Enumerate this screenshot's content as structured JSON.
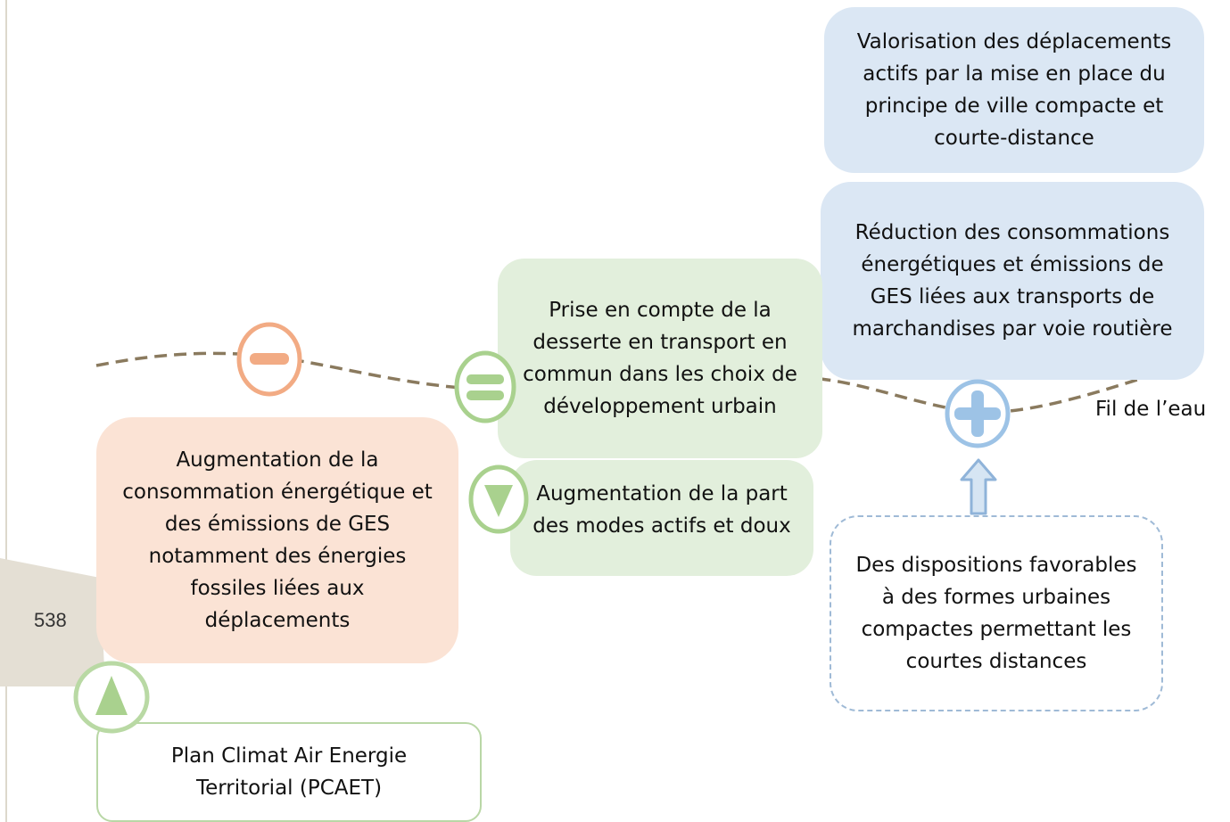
{
  "page_number": "538",
  "baseline_label": "Fil de l’eau",
  "boxes": {
    "valorisation": "Valorisation des déplacements actifs par la mise en place du principe de ville compacte et courte-distance",
    "reduction": "Réduction des consommations énergétiques et émissions de GES liées aux transports de marchandises par voie routière",
    "prise_en_compte": "Prise en compte de la desserte en transport en commun dans les choix de développement urbain",
    "augmentation_modes": "Augmentation de la part des modes actifs et doux",
    "augmentation_conso": "Augmentation de la consommation énergétique et des émissions de GES notamment des énergies fossiles liées aux déplacements",
    "pcaet": "Plan Climat Air Energie Territorial (PCAET)",
    "dispositions": "Des dispositions favorables à des formes urbaines compactes permettant les courtes distances"
  },
  "colors": {
    "negative": "#f2ab84",
    "neutral": "#a9d18e",
    "positive": "#9dc3e6",
    "baseline": "#8a7a5e"
  }
}
